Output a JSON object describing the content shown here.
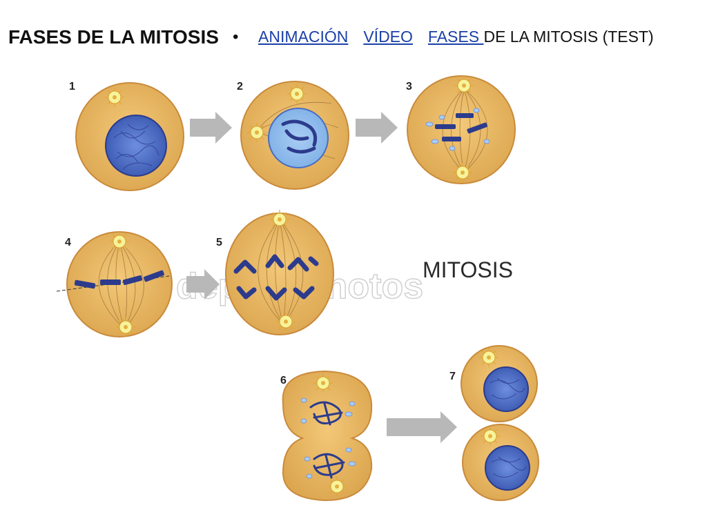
{
  "header": {
    "title": "FASES DE LA MITOSIS",
    "bullet": "•",
    "link_animacion": "ANIMACIÓN",
    "link_video": "VÍDEO",
    "link_fases": "FASES ",
    "trailing_text": "DE LA MITOSIS (TEST)",
    "link_color": "#1a3fa8"
  },
  "diagram": {
    "stage_numbers": [
      "1",
      "2",
      "3",
      "4",
      "5",
      "6",
      "7"
    ],
    "label": "MITOSIS",
    "watermark": "depositphotos",
    "colors": {
      "cell_fill": "#e8b860",
      "cell_stroke": "#c98a3a",
      "nucleus": "#4a6cc4",
      "chromosome": "#2c3b8c",
      "arrow": "#b8b8b8",
      "centrosome": "#f5f08a"
    }
  }
}
